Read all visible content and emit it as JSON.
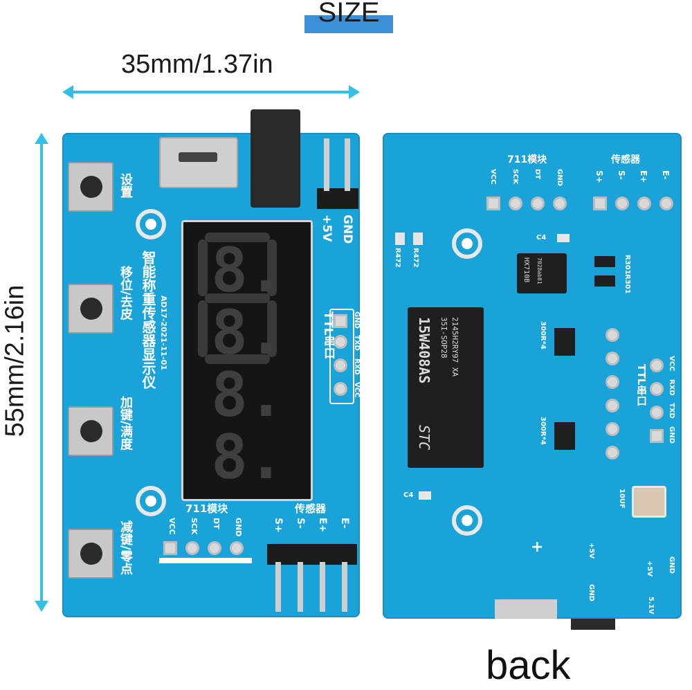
{
  "labels": {
    "size_title": "SIZE",
    "width_dim": "35mm/1.37in",
    "height_dim": "55mm/2.16in",
    "back_label": "back"
  },
  "front_board": {
    "buttons": [
      "设置",
      "移位/去皮",
      "加键/满度",
      "减键/零点"
    ],
    "product_line1": "智能称重传感器显示仪",
    "product_line2": "AD17-2021-11-01",
    "power_pins": [
      "+5V",
      "GND"
    ],
    "ttl_title": "TTL串口",
    "ttl_pins": [
      "GND",
      "TXD",
      "RXD",
      "VCC"
    ],
    "module711_title": "711模块",
    "module711_pins": [
      "VCC",
      "SCK",
      "DT",
      "GND"
    ],
    "sensor_title": "传感器",
    "sensor_pins": [
      "S+",
      "S-",
      "E+",
      "E-"
    ],
    "display_digits": "8.8.8.8."
  },
  "back_board": {
    "module711_title": "711模块",
    "module711_pins": [
      "VCC",
      "SCK",
      "DT",
      "GND"
    ],
    "sensor_title": "传感器",
    "sensor_pins": [
      "S+",
      "S-",
      "E+",
      "E-"
    ],
    "mcu_line1": "15W408AS",
    "mcu_line2": "35I-SOP28",
    "mcu_line3": "2145H2RY97 XA",
    "mcu_brand": "STC",
    "hx_chip": "HX710B",
    "hx_code": "7028ab81",
    "res_labels": [
      "R472",
      "R472",
      "R301",
      "R301"
    ],
    "network_labels": [
      "300R*4",
      "300R*4"
    ],
    "cap_labels": [
      "C4",
      "C4",
      "10UF"
    ],
    "ttl_title": "TTL串口",
    "ttl_pins": [
      "VCC",
      "RXD",
      "TXD",
      "GND"
    ],
    "power_labels": [
      "+5V",
      "GND",
      "+5V",
      "GND",
      "5.1V"
    ],
    "usb_plus": "+"
  }
}
